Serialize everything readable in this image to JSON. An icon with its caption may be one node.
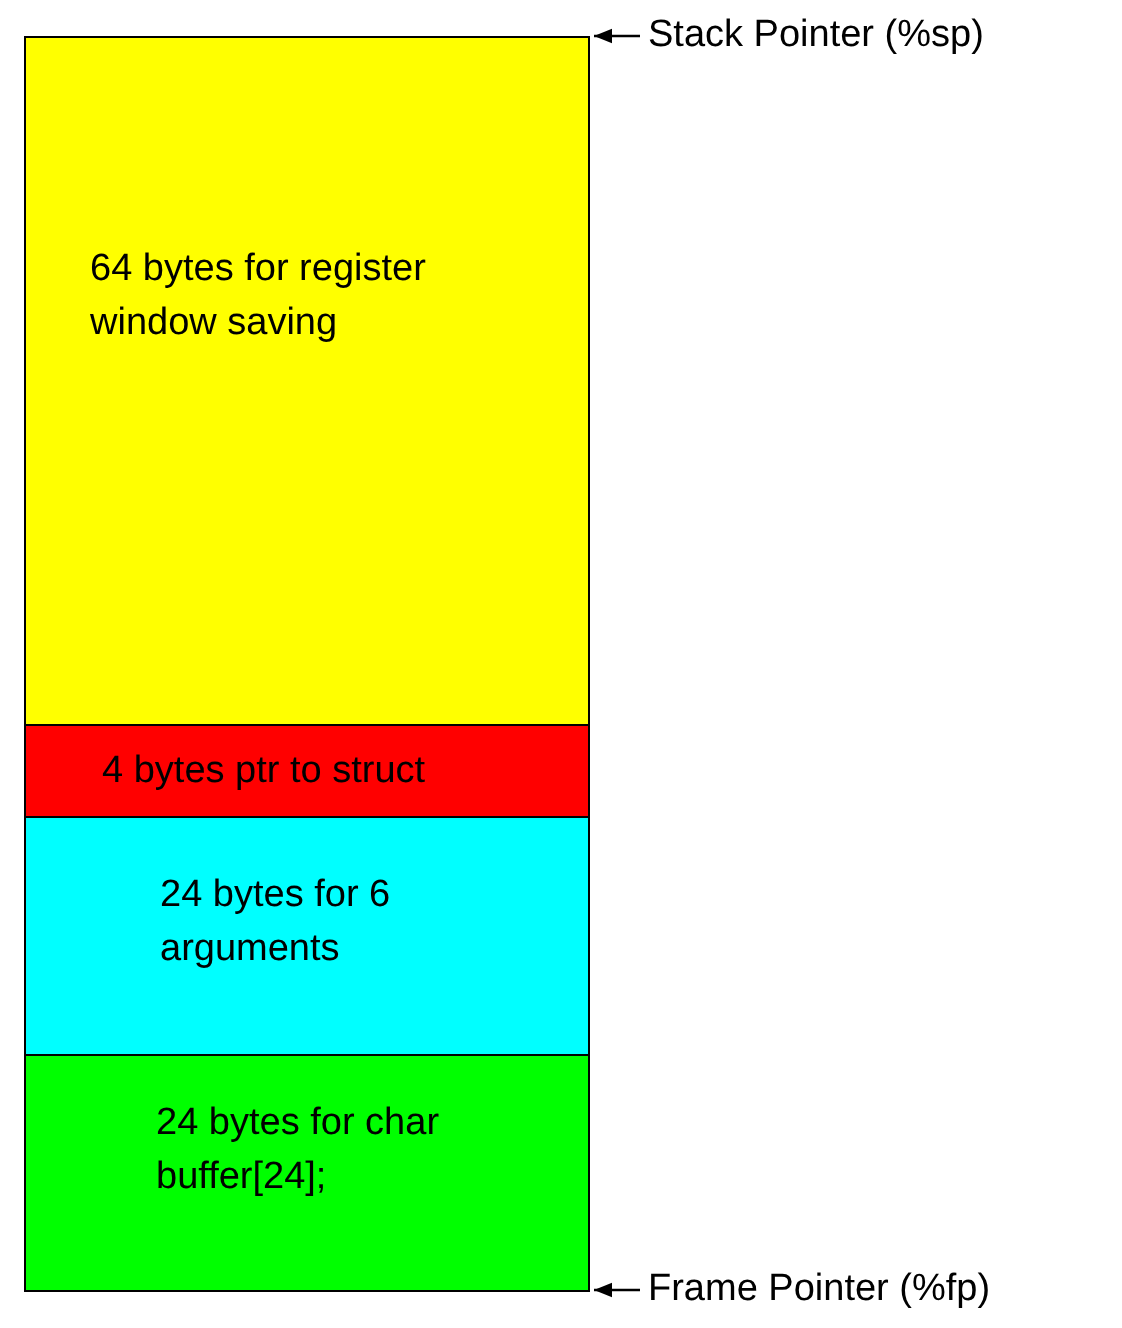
{
  "diagram": {
    "nodes": [
      {
        "text": [
          "64 bytes for register window saving"
        ]
      },
      {
        "text": [
          "4 bytes ptr to struct"
        ]
      },
      {
        "text": [
          "24 bytes for 6 arguments"
        ]
      },
      {
        "text": [
          "24 bytes for char buffer[24];"
        ]
      },
      {
        "text": [
          "Stack Pointer (%sp)"
        ]
      },
      {
        "text": [
          "Frame Pointer (%fp)"
        ]
      }
    ],
    "edges": [
      {
        "from": 4,
        "to": 0,
        "arrow": "to"
      },
      {
        "from": 5,
        "to": 3,
        "arrow": "to"
      }
    ]
  }
}
